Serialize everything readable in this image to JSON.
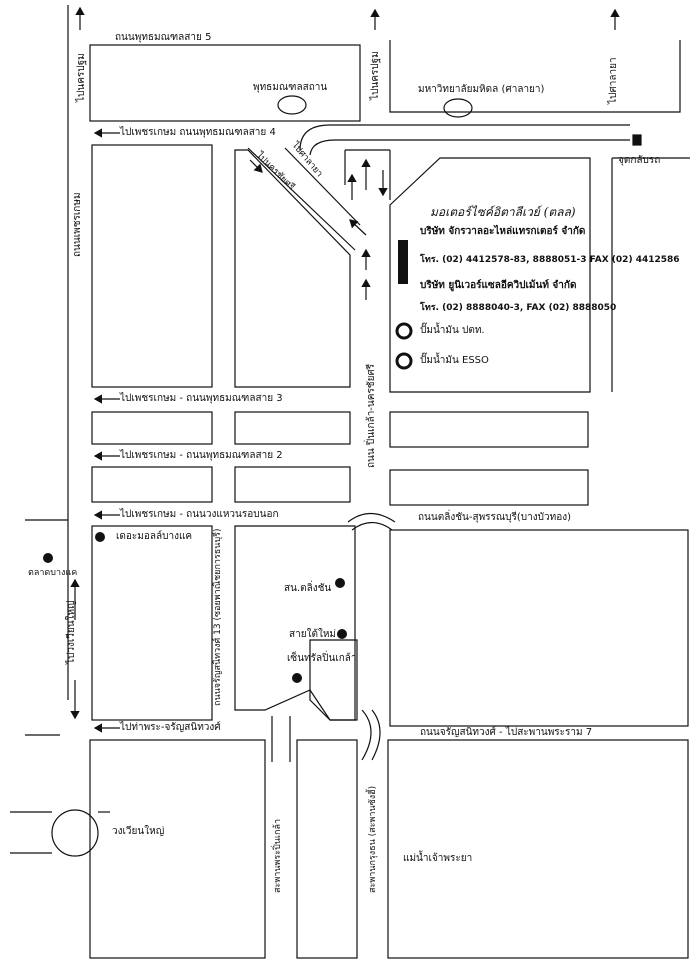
{
  "roads": {
    "phutthamonthon_5": "ถนนพุทธมณฑลสาย 5",
    "to_nakhon_pathom_left": "ไปนครปฐม",
    "to_nakhon_pathom_mid": "ไปนครปฐม",
    "to_sala_ya": "ไปศาลายา",
    "to_phetkasem_4": "ไปเพชรเกษม ถนนพุทธมณฑลสาย 4",
    "phetkasem_road": "ถนนเพชรเกษม",
    "to_phetkasem_3": "ไปเพชรเกษม - ถนนพุทธมณฑลสาย 3",
    "to_phetkasem_2": "ไปเพชรเกษม - ถนนพุทธมณฑลสาย 2",
    "to_phetkasem_ring": "ไปเพชรเกษม - ถนนวงแหวนรอบนอก",
    "pinklao_nakhonchaisri": "ถนน ปิ่นเกล้า-นครชัยศรี",
    "taling_chan_suphanburi": "ถนนตลิ่งชัน-สุพรรณบุรี(บางบัวทอง)",
    "to_wongwian_yai": "ไปวงเวียนใหญ่",
    "charansanitwong_13": "ถนนจรัญสนิทวงศ์ 13 (ซอยพาณิชยการธนบุรี)",
    "to_tha_phra": "ไปท่าพระ-จรัญสนิทวงศ์",
    "charansanitwong_7": "ถนนจรัญสนิทวงศ์ - ไปสะพานพระราม 7",
    "wongwian_yai": "วงเวียนใหญ่",
    "pinklao_bridge": "สะพานพระปิ่นเกล้า",
    "krungthon_bridge": "สะพานกรุงธน (สะพานซังฮี้)",
    "chao_phraya": "แม่น้ำเจ้าพระยา",
    "ramp_1": "ไปนครชัยศรี",
    "ramp_2": "ไปศาลายา"
  },
  "places": {
    "phutthamonthon": "พุทธมณฑลสถาน",
    "mahidol": "มหาวิทยาลัยมหิดล (ศาลายา)",
    "u_turn": "จุดกลับรถ",
    "handwritten_note": "มอเตอร์ไซค์อิตาลีเวย์ (ตลล)",
    "company_1": "บริษัท จักรวาลอะไหล่แทรกเตอร์ จำกัด",
    "company_1_phone": "โทร. (02) 4412578-83, 8888051-3  FAX (02) 4412586",
    "company_2": "บริษัท ยูนิเวอร์แซลอีควิปเม้นท์ จำกัด",
    "company_2_phone": "โทร. (02) 8888040-3,  FAX (02) 8888050",
    "ptt": "ปั๊มน้ำมัน  ปตท.",
    "esso": "ปั๊มน้ำมัน ESSO",
    "the_mall": "เดอะมอลล์บางแค",
    "bang_khae_market": "ตลาดบางแค",
    "taling_chan_district": "สน.ตลิ่งชัน",
    "southern_bus": "สายใต้ใหม่",
    "central_pinklao": "เซ็นทรัลปิ่นเกล้า"
  },
  "colors": {
    "line": "#111111",
    "background": "#ffffff",
    "marker": "#222222"
  }
}
